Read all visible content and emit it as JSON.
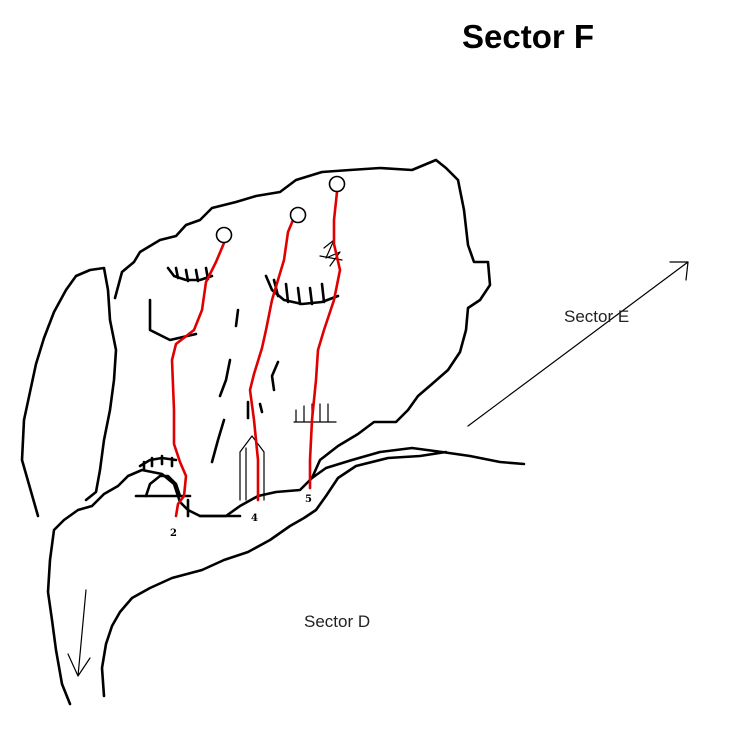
{
  "title": "Sector F",
  "sectors": {
    "east": "Sector E",
    "south": "Sector D"
  },
  "routes": [
    {
      "number": "2"
    },
    {
      "number": "4"
    },
    {
      "number": "5"
    }
  ],
  "colors": {
    "route": "#e00000",
    "rock": "#000000",
    "background": "#ffffff"
  }
}
